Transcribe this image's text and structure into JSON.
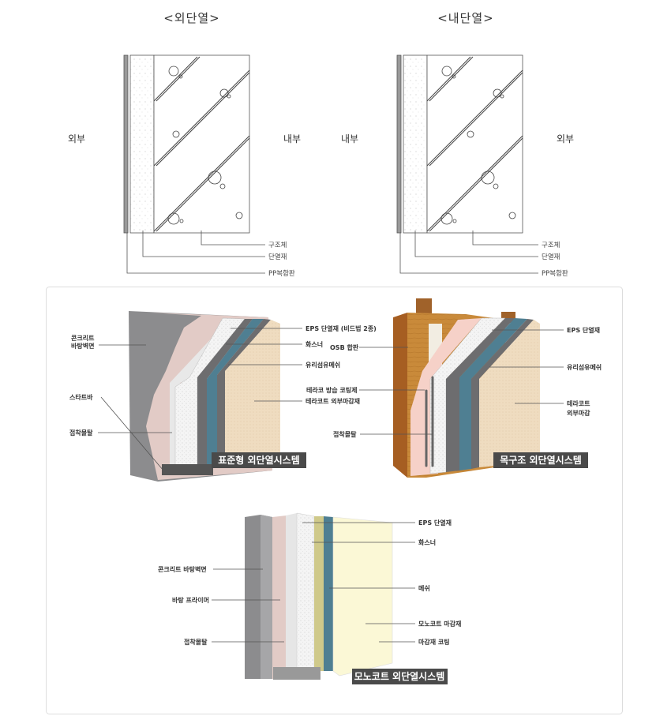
{
  "top": {
    "outer": {
      "title": "<외단열>",
      "left_side": "외부",
      "right_side": "내부",
      "callouts": [
        "구조체",
        "단열재",
        "PP복합판"
      ]
    },
    "inner": {
      "title": "<내단열>",
      "left_side": "내부",
      "right_side": "외부",
      "callouts": [
        "구조체",
        "단열재",
        "PP복합판"
      ]
    }
  },
  "systems": {
    "standard": {
      "caption": "표준형 외단열시스템",
      "labels_left": [
        "콘크리트",
        "바탕벽면",
        "스타트바",
        "접착몰탈"
      ],
      "labels_right": [
        "EPS 단열재 (비드법 2종)",
        "화스너",
        "유리섬유메쉬",
        "테라코트 외부마감재"
      ]
    },
    "wood": {
      "caption": "목구조 외단열시스템",
      "labels_left": [
        "OSB 합판",
        "테라코 방습 코팅제",
        "접착몰탈"
      ],
      "labels_right": [
        "EPS 단열재",
        "유리섬유메쉬",
        "테라코트",
        "외부마감"
      ]
    },
    "monocoat": {
      "caption": "모노코트 외단열시스템",
      "labels_left": [
        "콘크리트 바탕벽면",
        "바탕 프라이머",
        "접착몰탈"
      ],
      "labels_right": [
        "EPS 단열재",
        "화스너",
        "메쉬",
        "모노코트 마감재",
        "마감재 코팅"
      ]
    }
  },
  "colors": {
    "concrete": "#8c8c8e",
    "primer": "#e2cbc6",
    "eps": "#f2f2f2",
    "mesh": "#4f7f92",
    "finish": "#efdcc0",
    "monocoat": "#fbf8d6",
    "caption_bg": "#4a4a4a"
  }
}
